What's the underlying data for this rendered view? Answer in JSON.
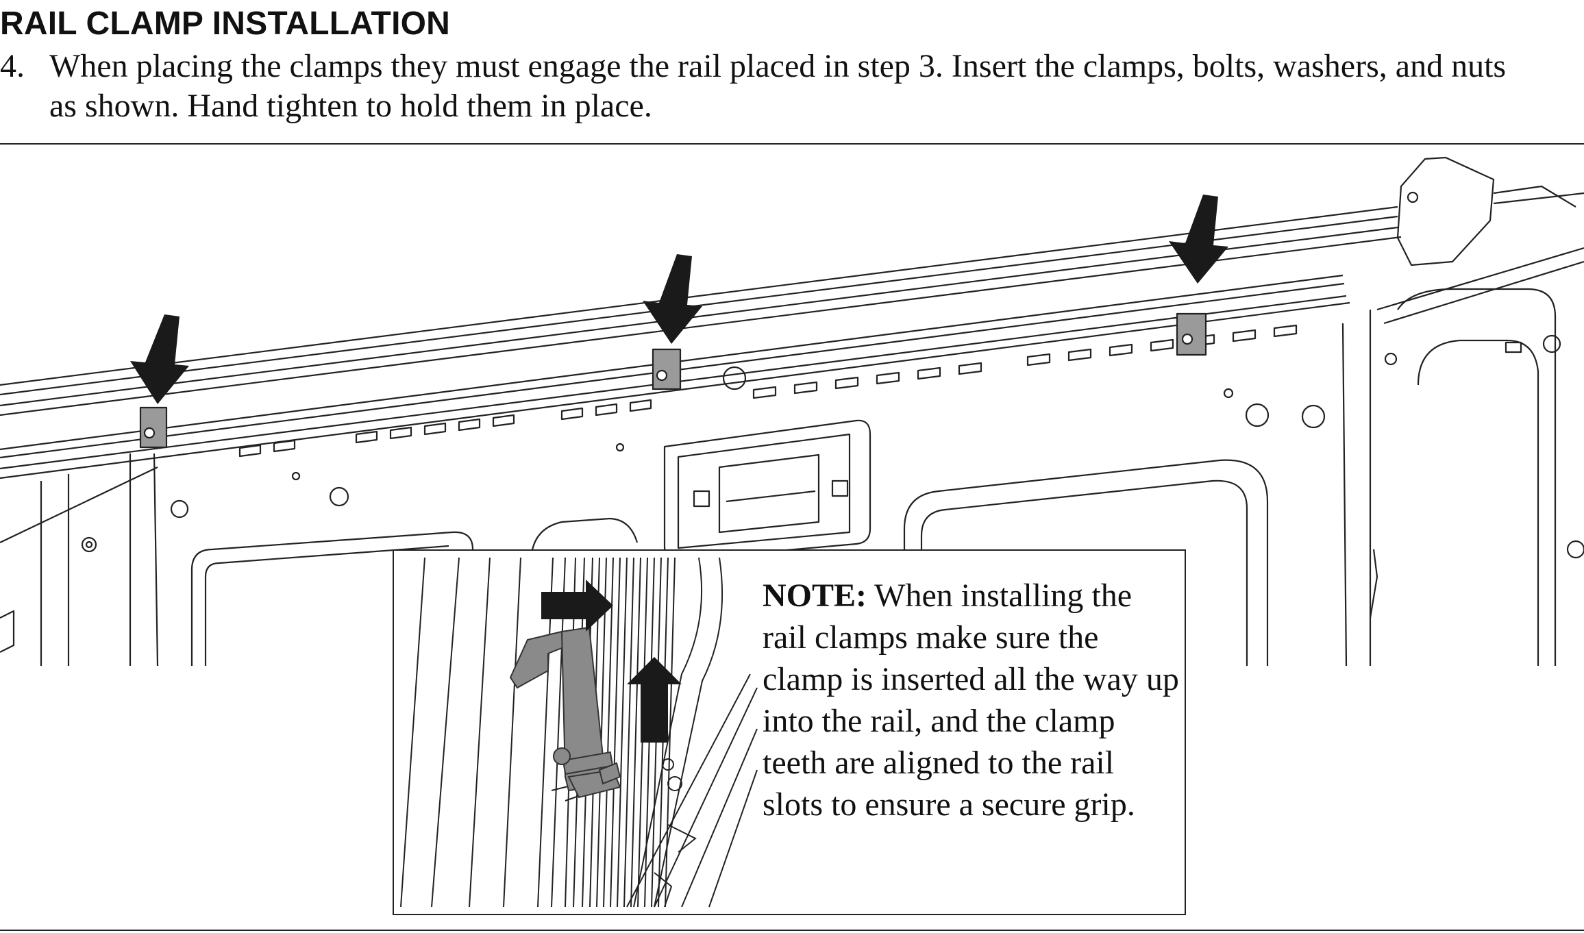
{
  "section": {
    "heading": "RAIL CLAMP INSTALLATION"
  },
  "step": {
    "number": "4.",
    "line1": "When placing the clamps they must engage the rail placed in step 3. Insert the clamps, bolts, washers, and nuts",
    "line2": "as shown. Hand tighten to hold them in place."
  },
  "note": {
    "label": "NOTE:",
    "text": " When installing the rail clamps make sure the clamp is inserted all the way up into the rail, and the clamp teeth are aligned to the rail slots to ensure a secure grip."
  },
  "colors": {
    "line": "#222222",
    "arrow": "#1a1a1a",
    "clamp_fill": "#8a8a8a",
    "background": "#ffffff"
  }
}
